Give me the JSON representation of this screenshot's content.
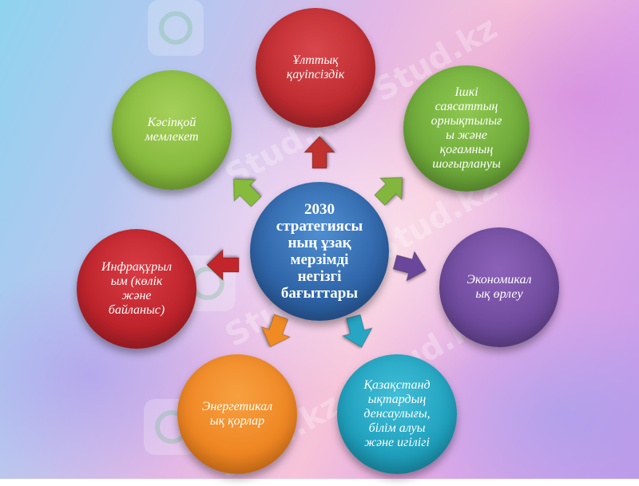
{
  "center": {
    "label": "2030 стратегиясы ның ұзақ мерзімді негізгі бағыттары",
    "lines": [
      "2030",
      "стратегиясы",
      "ның ұзақ",
      "мерзімді",
      "негізгі",
      "бағыттары"
    ]
  },
  "nodes": [
    {
      "id": "security",
      "lines": [
        "Ұлттық",
        "қауіпсіздік"
      ],
      "color": "#be2b30"
    },
    {
      "id": "stability",
      "lines": [
        "Ішкі",
        "саясаттың",
        "орнықтылығ",
        "ы және",
        "қоғамның",
        "шоғырлануы"
      ],
      "color": "#6ea93a"
    },
    {
      "id": "economy",
      "lines": [
        "Экономикал",
        "ық өрлеу"
      ],
      "color": "#6e4a9c"
    },
    {
      "id": "health",
      "lines": [
        "Қазақстанд",
        "ықтардың",
        "денсаулығы,",
        "білім алуы",
        "және игілігі"
      ],
      "color": "#1fa0bd"
    },
    {
      "id": "energy",
      "lines": [
        "Энергетикал",
        "ық қорлар"
      ],
      "color": "#ef8522"
    },
    {
      "id": "infrastructure",
      "lines": [
        "Инфрақұрыл",
        "ым (көлік",
        "және",
        "байланыс)"
      ],
      "color": "#bd232b"
    },
    {
      "id": "professional-state",
      "lines": [
        "Кәсіпқой",
        "мемлекет"
      ],
      "color": "#86b93d"
    }
  ],
  "arrows": [
    {
      "target": "security",
      "color": "#c0302f"
    },
    {
      "target": "stability",
      "color": "#82b63c"
    },
    {
      "target": "economy",
      "color": "#6b469a"
    },
    {
      "target": "health",
      "color": "#25a6c4"
    },
    {
      "target": "energy",
      "color": "#f08a22"
    },
    {
      "target": "infrastructure",
      "color": "#c2262c"
    },
    {
      "target": "professional-state",
      "color": "#86bb3c"
    }
  ],
  "watermark": {
    "text": "Stud.kz - Stud.kz"
  }
}
